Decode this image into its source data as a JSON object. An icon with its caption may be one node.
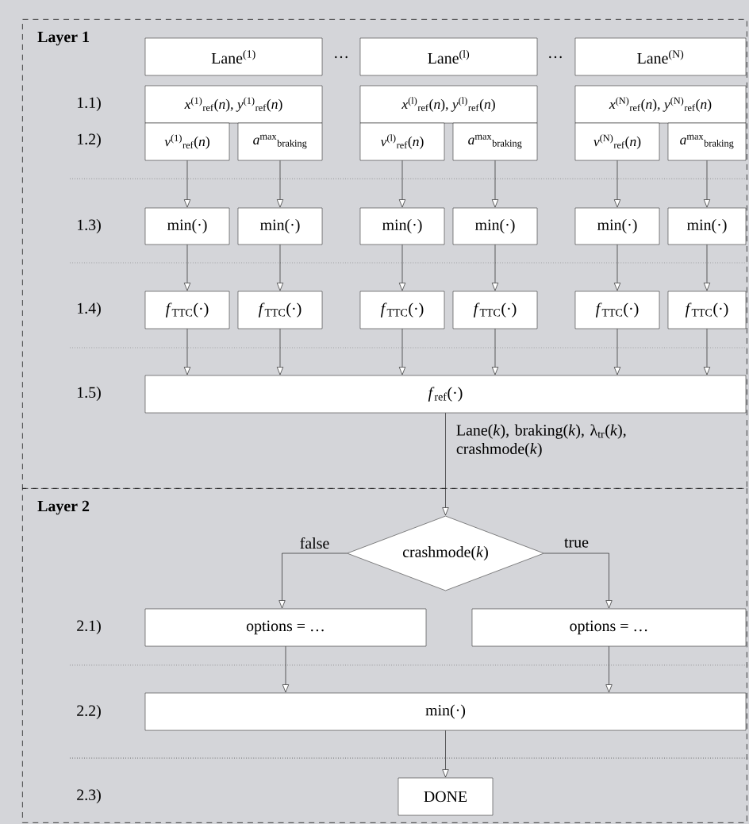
{
  "diagram": {
    "nodes": [
      {
        "text": [
          "Layer 1"
        ]
      },
      {
        "text": [
          "Lane$^{(1)}$"
        ],
        "in": 0
      },
      {
        "text": [
          "Lane$^{(l)}$"
        ],
        "in": 0
      },
      {
        "text": [
          "Lane$^{(N)}$"
        ],
        "in": 0
      },
      {
        "text": [
          "*x*$^{(1)}$$_{ref}$(*n*), *y*$^{(1)}$$_{ref}$(*n*)"
        ],
        "in": 0
      },
      {
        "text": [
          "*x*$^{(l)}$$_{ref}$(*n*), *y*$^{(l)}$$_{ref}$(*n*)"
        ],
        "in": 0
      },
      {
        "text": [
          "*x*$^{(N)}$$_{ref}$(*n*), *y*$^{(N)}$$_{ref}$(*n*)"
        ],
        "in": 0
      },
      {
        "text": [
          "*v*$^{(1)}$$_{ref}$(*n*)"
        ],
        "in": 0
      },
      {
        "text": [
          "*a*$^{max}$$_{braking}$"
        ],
        "in": 0
      },
      {
        "text": [
          "*v*$^{(l)}$$_{ref}$(*n*)"
        ],
        "in": 0
      },
      {
        "text": [
          "*a*$^{max}$$_{braking}$"
        ],
        "in": 0
      },
      {
        "text": [
          "*v*$^{(N)}$$_{ref}$(*n*)"
        ],
        "in": 0
      },
      {
        "text": [
          "*a*$^{max}$$_{braking}$"
        ],
        "in": 0
      },
      {
        "text": [
          "min(·)"
        ],
        "in": 0
      },
      {
        "text": [
          "min(·)"
        ],
        "in": 0
      },
      {
        "text": [
          "min(·)"
        ],
        "in": 0
      },
      {
        "text": [
          "min(·)"
        ],
        "in": 0
      },
      {
        "text": [
          "min(·)"
        ],
        "in": 0
      },
      {
        "text": [
          "min(·)"
        ],
        "in": 0
      },
      {
        "text": [
          "*f*$_{TTC}$(·)"
        ],
        "in": 0
      },
      {
        "text": [
          "*f*$_{TTC}$(·)"
        ],
        "in": 0
      },
      {
        "text": [
          "*f*$_{TTC}$(·)"
        ],
        "in": 0
      },
      {
        "text": [
          "*f*$_{TTC}$(·)"
        ],
        "in": 0
      },
      {
        "text": [
          "*f*$_{TTC}$(·)"
        ],
        "in": 0
      },
      {
        "text": [
          "*f*$_{TTC}$(·)"
        ],
        "in": 0
      },
      {
        "text": [
          "*f*$_{ref}$(·)"
        ],
        "in": 0
      },
      {
        "text": [
          "Layer 2"
        ]
      },
      {
        "text": [
          "crashmode(*k*)"
        ],
        "in": 26
      },
      {
        "text": [
          "options = …"
        ],
        "in": 26
      },
      {
        "text": [
          "options = …"
        ],
        "in": 26
      },
      {
        "text": [
          "min(·)"
        ],
        "in": 26
      },
      {
        "text": [
          "DONE"
        ],
        "in": 26
      }
    ],
    "edges": [
      {
        "from": 7,
        "to": 13,
        "arrow": "to"
      },
      {
        "from": 8,
        "to": 14,
        "arrow": "to"
      },
      {
        "from": 9,
        "to": 15,
        "arrow": "to"
      },
      {
        "from": 10,
        "to": 16,
        "arrow": "to"
      },
      {
        "from": 11,
        "to": 17,
        "arrow": "to"
      },
      {
        "from": 12,
        "to": 18,
        "arrow": "to"
      },
      {
        "from": 13,
        "to": 19,
        "arrow": "to"
      },
      {
        "from": 14,
        "to": 20,
        "arrow": "to"
      },
      {
        "from": 15,
        "to": 21,
        "arrow": "to"
      },
      {
        "from": 16,
        "to": 22,
        "arrow": "to"
      },
      {
        "from": 17,
        "to": 23,
        "arrow": "to"
      },
      {
        "from": 18,
        "to": 24,
        "arrow": "to"
      },
      {
        "from": 19,
        "to": 25,
        "arrow": "to"
      },
      {
        "from": 20,
        "to": 25,
        "arrow": "to"
      },
      {
        "from": 21,
        "to": 25,
        "arrow": "to"
      },
      {
        "from": 22,
        "to": 25,
        "arrow": "to"
      },
      {
        "from": 23,
        "to": 25,
        "arrow": "to"
      },
      {
        "from": 24,
        "to": 25,
        "arrow": "to"
      },
      {
        "from": 25,
        "to": 27,
        "arrow": "to",
        "label": "Lane(*k*), braking(*k*), λ$_{tr}$(*k*), crashmode(*k*)"
      },
      {
        "from": 27,
        "to": 28,
        "arrow": "to",
        "label": "false"
      },
      {
        "from": 27,
        "to": 29,
        "arrow": "to",
        "label": "true"
      },
      {
        "from": 28,
        "to": 30,
        "arrow": "to"
      },
      {
        "from": 29,
        "to": 30,
        "arrow": "to"
      },
      {
        "from": 30,
        "to": 31,
        "arrow": "to"
      }
    ],
    "labels": [
      "…",
      "…",
      "1.1)",
      "1.2)",
      "1.3)",
      "1.4)",
      "1.5)",
      "2.1)",
      "2.2)",
      "2.3)"
    ]
  }
}
